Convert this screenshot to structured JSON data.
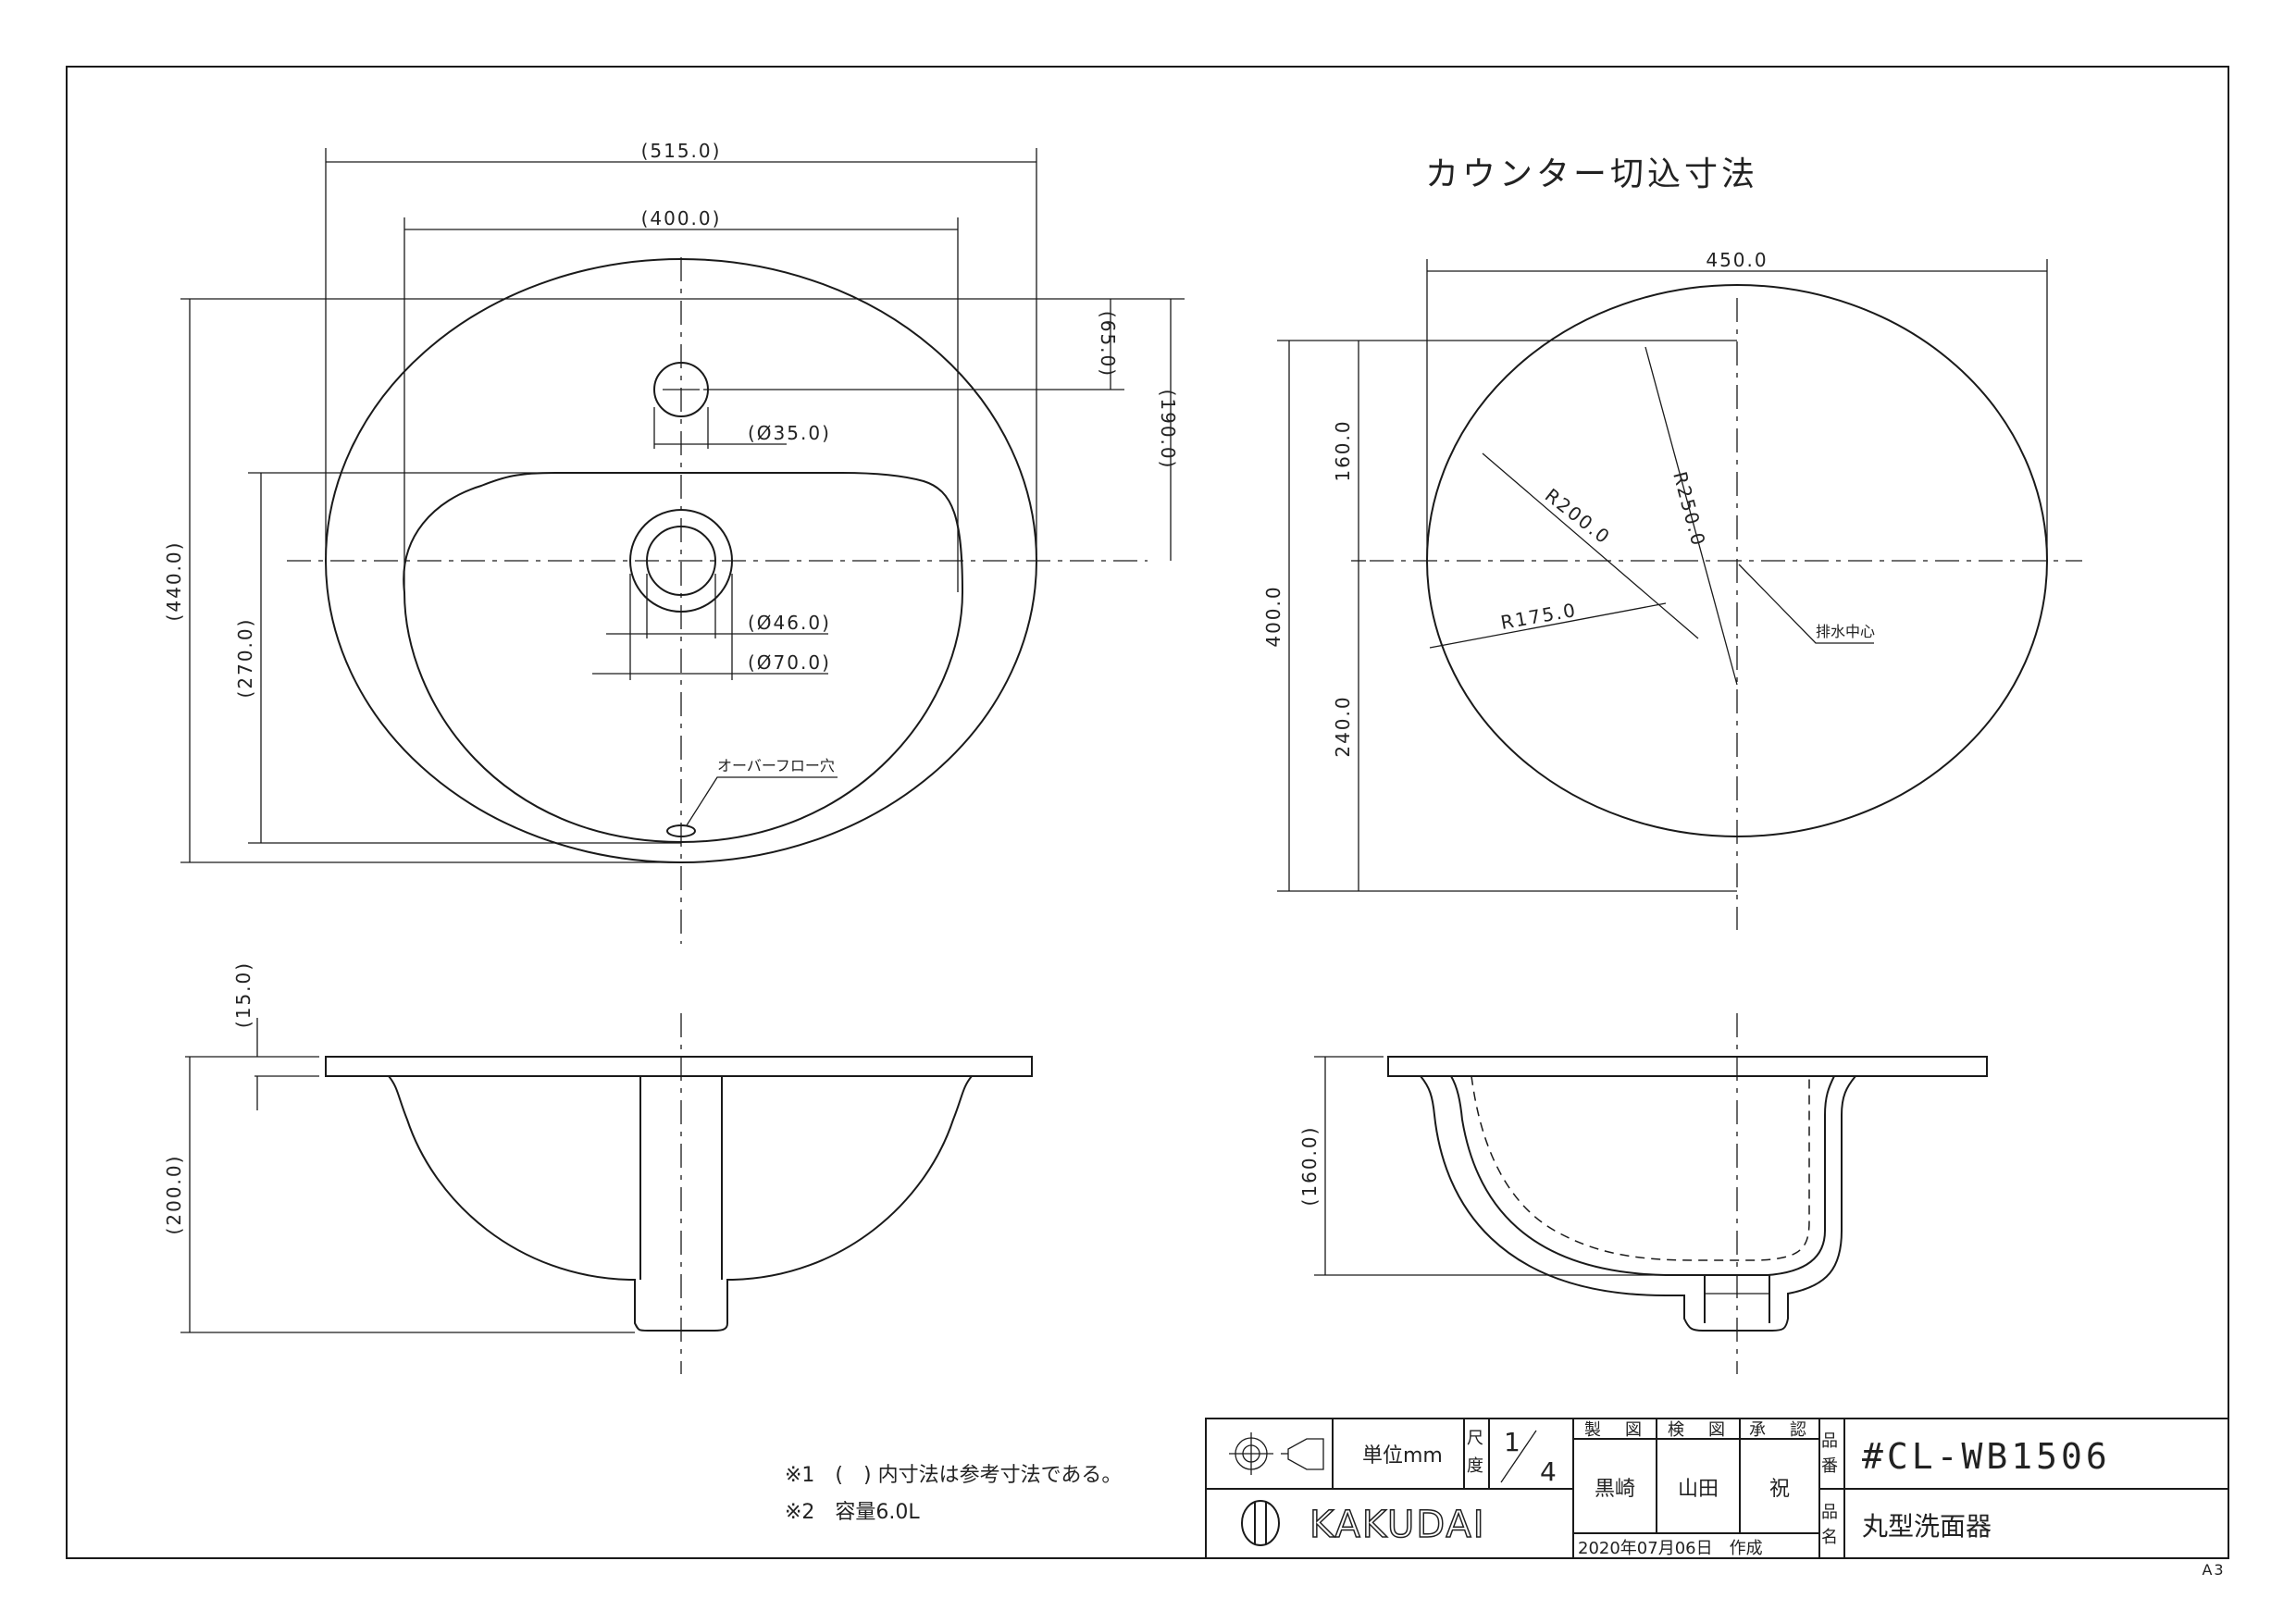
{
  "drawing": {
    "counter_cut_title": "カウンター切込寸法",
    "sheet_size": "A3",
    "dimensions": {
      "overall_width": "(515.0)",
      "bowl_width": "(400.0)",
      "faucet_offset": "(65.0)",
      "top_to_center": "(190.0)",
      "faucet_hole": "(Ø35.0)",
      "drain_inner": "(Ø46.0)",
      "drain_outer": "(Ø70.0)",
      "overall_depth": "(440.0)",
      "bowl_depth": "(270.0)",
      "rim_thickness": "(15.0)",
      "bowl_height": "(200.0)",
      "cut_width": "450.0",
      "cut_top": "160.0",
      "cut_total": "400.0",
      "cut_bottom": "240.0",
      "r200": "R200.0",
      "r250": "R250.0",
      "r175": "R175.0",
      "side_height": "(160.0)"
    },
    "labels": {
      "overflow_hole": "オーバーフロー穴",
      "drain_center": "排水中心"
    },
    "notes": [
      "※1　(　) 内寸法は参考寸法である。",
      "※2　容量6.0L"
    ]
  },
  "title_block": {
    "unit_label": "単位mm",
    "scale_label_1": "尺",
    "scale_label_2": "度",
    "scale_num": "1",
    "scale_den": "4",
    "col_drawn": "製　図",
    "col_checked": "検　図",
    "col_approved": "承　認",
    "drawn_by": "黒崎",
    "checked_by": "山田",
    "approved_by": "祝",
    "date": "2020年07月06日　作成",
    "part_no_label_1": "品",
    "part_no_label_2": "番",
    "part_name_label_1": "品",
    "part_name_label_2": "名",
    "part_number": "#CL-WB1506",
    "part_name": "丸型洗面器",
    "company": "KAKUDAI"
  }
}
